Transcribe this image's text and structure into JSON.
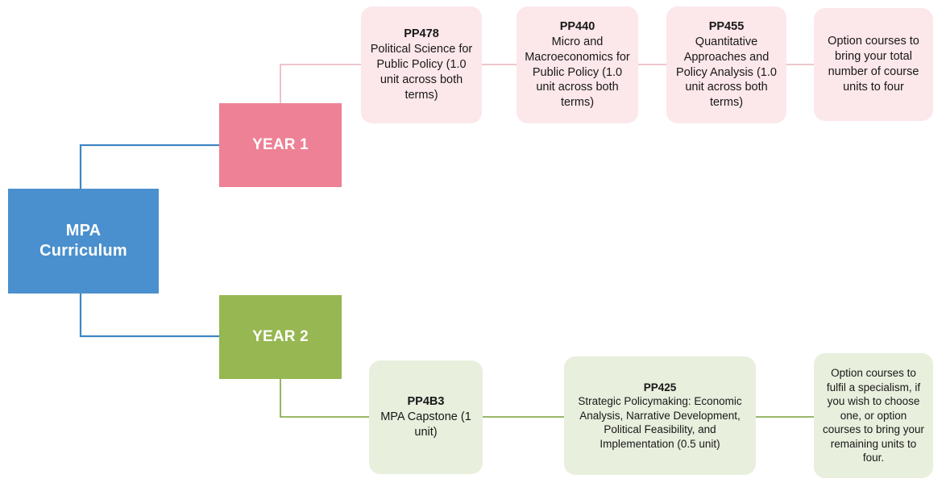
{
  "diagram": {
    "title": "MPA Curriculum",
    "colors": {
      "root_fill": "#4A90CE",
      "year1_fill": "#EE8195",
      "year2_fill": "#96B751",
      "year1_card_fill": "#FCE7EB",
      "year2_card_fill": "#E8EFDD",
      "root_connector": "#3E87C2",
      "year1_connector": "#E8B4BC",
      "year2_connector": "#8CAE52",
      "card_text": "#181818",
      "hub_text": "#FFFFFF"
    },
    "root": {
      "label": "MPA\nCurriculum",
      "line1": "MPA",
      "line2": "Curriculum"
    },
    "branches": [
      {
        "id": "year-1",
        "label": "YEAR 1",
        "cards": [
          {
            "code": "PP478",
            "body": "Political Science for Public Policy (1.0 unit across both terms)"
          },
          {
            "code": "PP440",
            "body": "Micro and Macroeconomics for Public Policy (1.0 unit across both terms)"
          },
          {
            "code": "PP455",
            "body": "Quantitative Approaches and Policy Analysis (1.0 unit across both terms)"
          },
          {
            "code": "",
            "body": "Option courses to bring your total number of course units to four"
          }
        ]
      },
      {
        "id": "year-2",
        "label": "YEAR 2",
        "cards": [
          {
            "code": "PP4B3",
            "body": "MPA Capstone (1 unit)"
          },
          {
            "code": "PP425",
            "body": "Strategic Policymaking: Economic Analysis, Narrative Development, Political Feasibility, and Implementation (0.5 unit)"
          },
          {
            "code": "",
            "body": "Option courses to fulfil a specialism, if you wish to choose one, or option courses to bring your remaining units to four."
          }
        ]
      }
    ]
  }
}
